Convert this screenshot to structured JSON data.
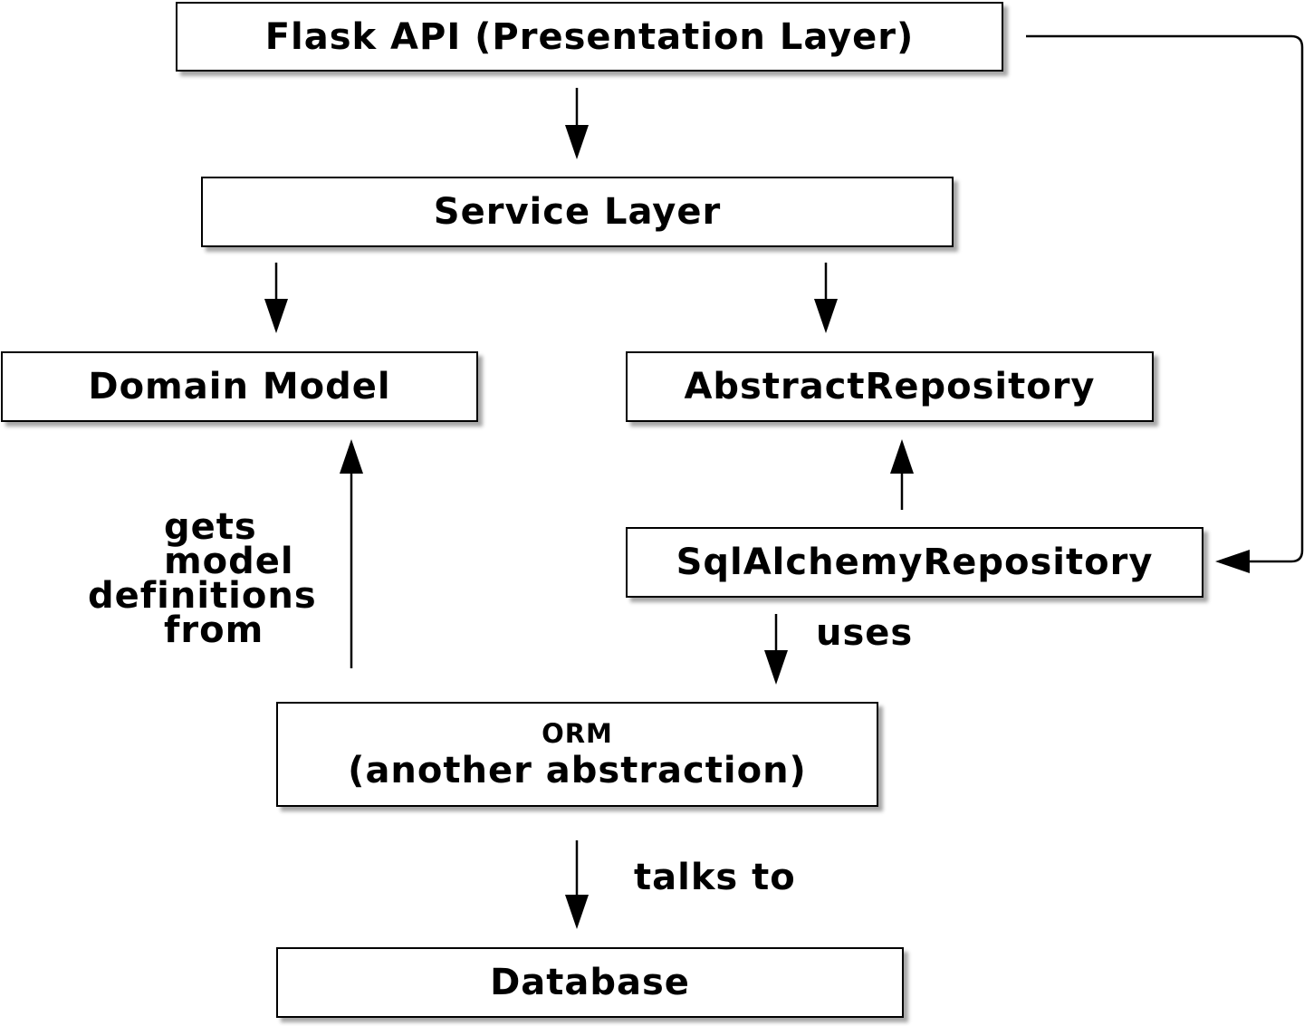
{
  "nodes": {
    "flask": "Flask API (Presentation Layer)",
    "service": "Service Layer",
    "domain": "Domain Model",
    "abstract_repo": "AbstractRepository",
    "sql_repo": "SqlAlchemyRepository",
    "orm_line1": "ORM",
    "orm_line2": "(another abstraction)",
    "database": "Database"
  },
  "edge_labels": {
    "gets_model": [
      "gets",
      "model",
      "definitions",
      "from"
    ],
    "uses": "uses",
    "talks_to": "talks to"
  }
}
